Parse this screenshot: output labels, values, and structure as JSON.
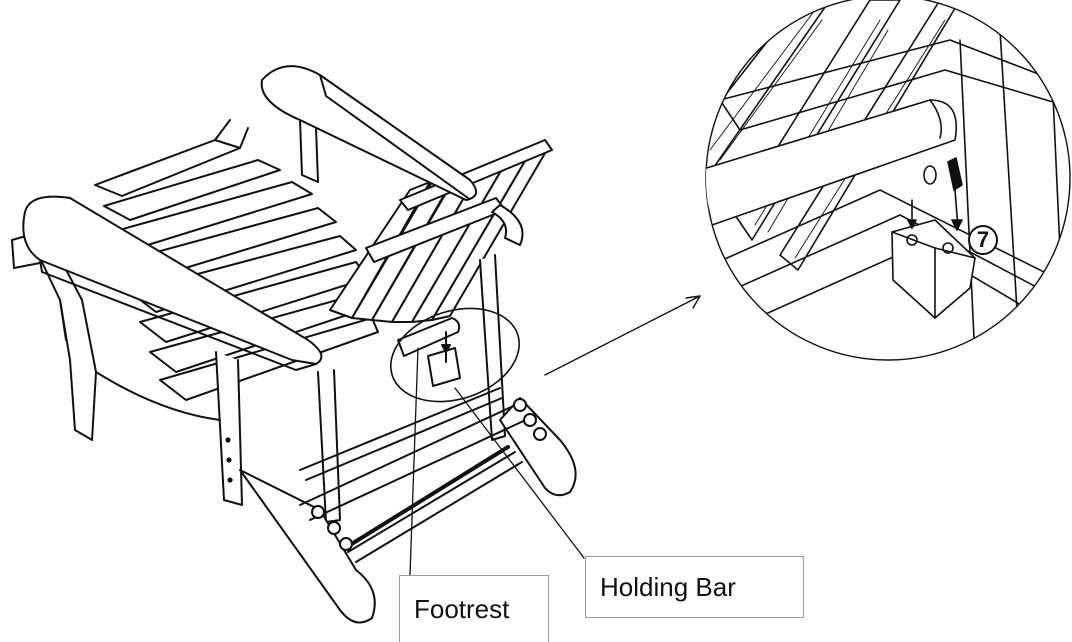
{
  "labels": {
    "footrest": "Footrest",
    "holding_bar": "Holding Bar"
  },
  "step": {
    "number": "7"
  },
  "colors": {
    "line": "#111111",
    "label_border": "#9a9a9a",
    "background": "#ffffff"
  }
}
